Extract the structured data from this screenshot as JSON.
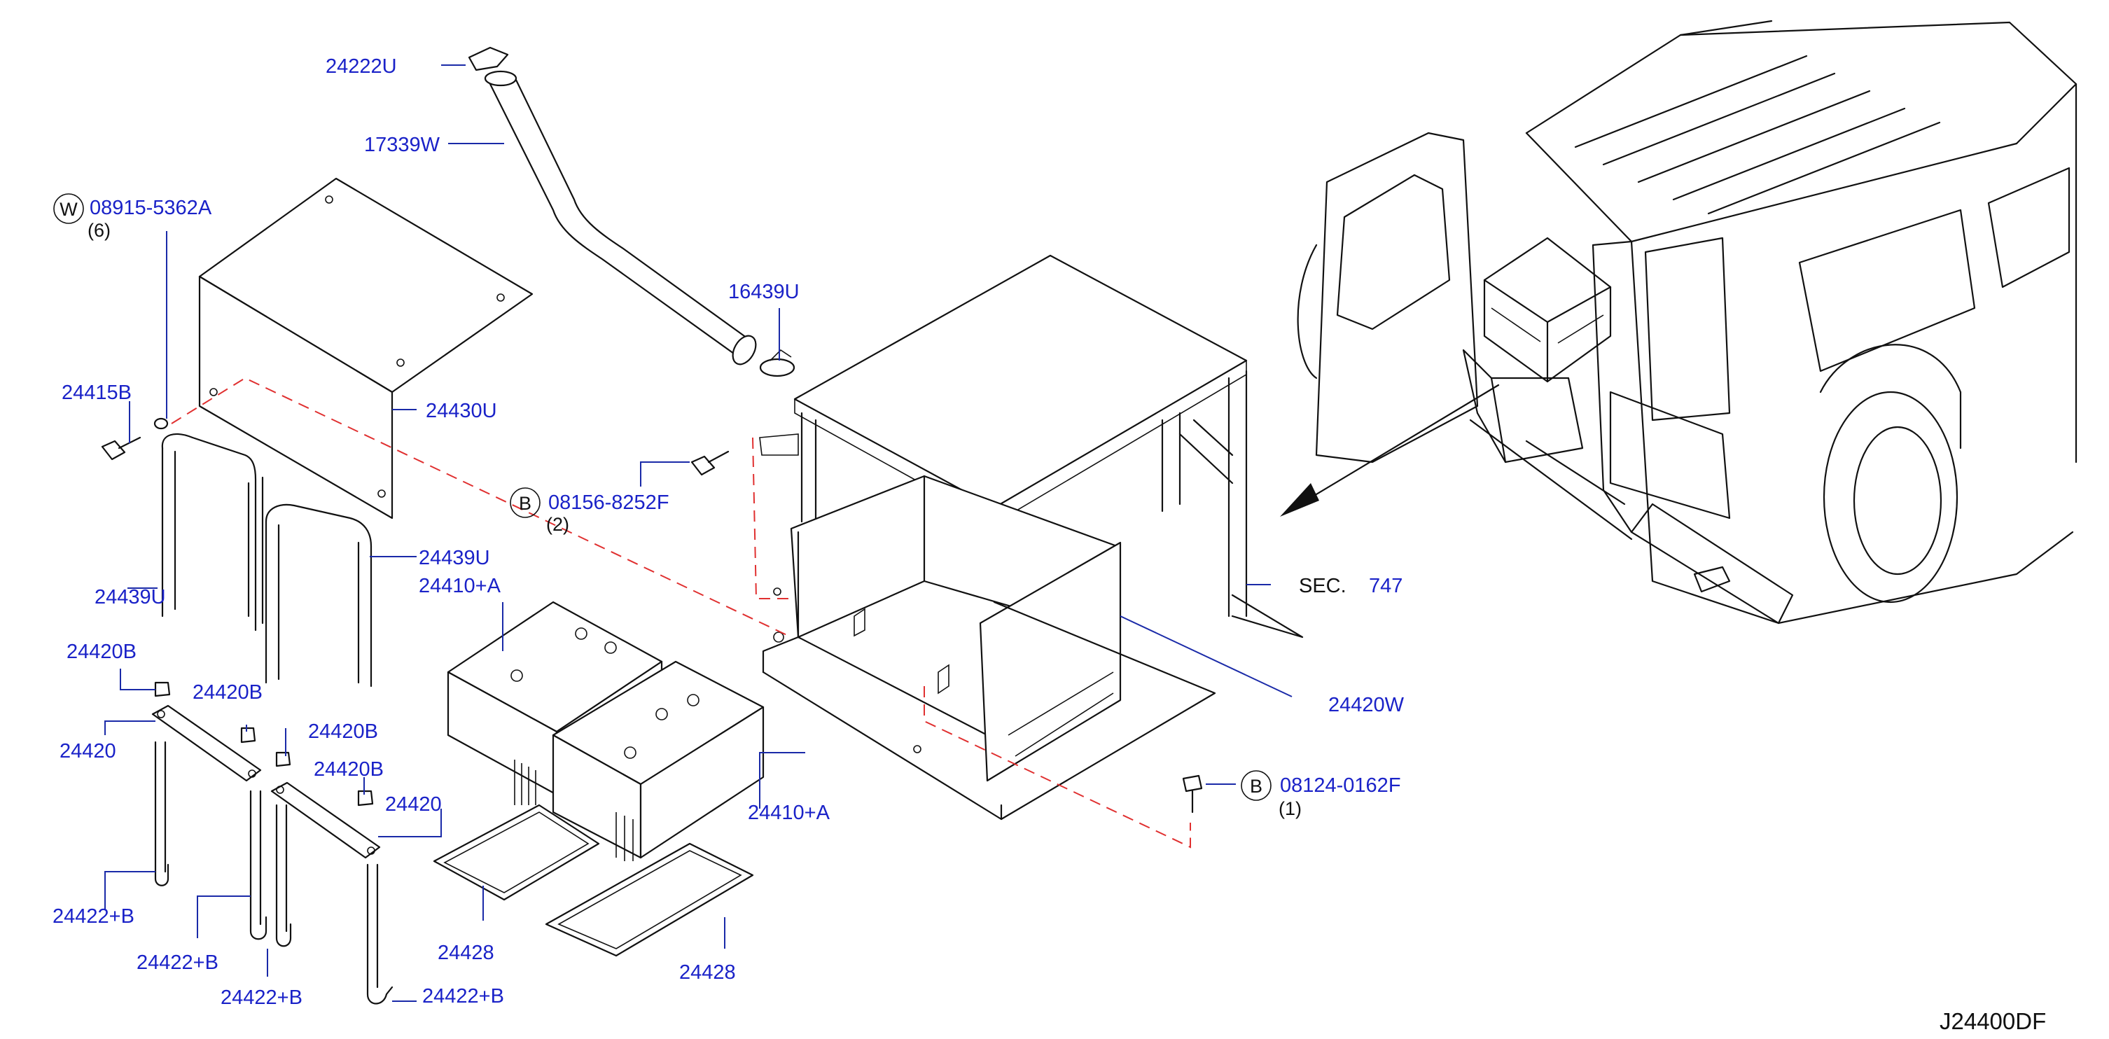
{
  "diagram_code": "J24400DF",
  "section_ref": {
    "prefix": "SEC.",
    "number": "747"
  },
  "parts": {
    "clamp_top": "24222U",
    "hose": "17339W",
    "washer": "08915-5362A",
    "washer_qty": "(6)",
    "washer_badge": "W",
    "hose_clamp": "16439U",
    "bolt_small": "24415B",
    "cover": "24430U",
    "bolt_b1": "08156-8252F",
    "bolt_b1_qty": "(2)",
    "bolt_b1_badge": "B",
    "strap_left": "24439U",
    "strap_right": "24439U",
    "battery_a_top": "24410+A",
    "battery_a_bottom": "24410+A",
    "battery_box": "24420W",
    "bolt_b2": "08124-0162F",
    "bolt_b2_qty": "(1)",
    "bolt_b2_badge": "B",
    "nut_1": "24420B",
    "nut_2": "24420B",
    "nut_3": "24420B",
    "nut_4": "24420B",
    "bracket_left": "24420",
    "bracket_right": "24420",
    "rod_1": "24422+B",
    "rod_2": "24422+B",
    "rod_3": "24422+B",
    "rod_4": "24422+B",
    "tray_left": "24428",
    "tray_right": "24428"
  }
}
